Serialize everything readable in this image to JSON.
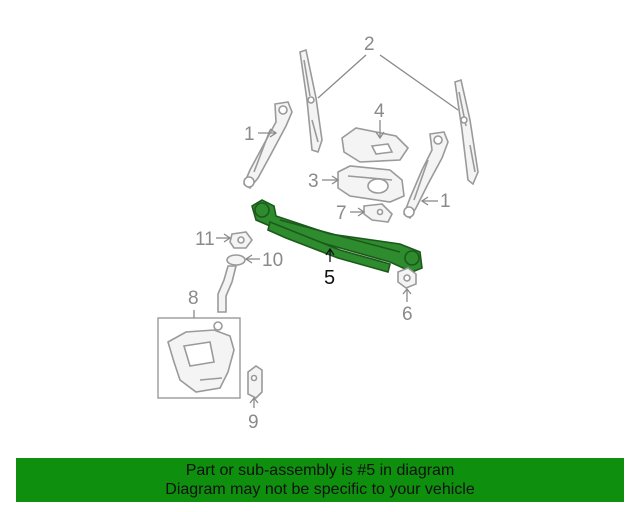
{
  "callouts": {
    "c1_left": "1",
    "c1_right": "1",
    "c2": "2",
    "c3": "3",
    "c4": "4",
    "c5": "5",
    "c6": "6",
    "c7": "7",
    "c8": "8",
    "c9": "9",
    "c10": "10",
    "c11": "11"
  },
  "banner": {
    "line1": "Part or sub-assembly is #5 in diagram",
    "line2": "Diagram may not be specific to your vehicle"
  },
  "colors": {
    "highlight": "#2e8b2e",
    "banner": "#0e8f0e"
  }
}
